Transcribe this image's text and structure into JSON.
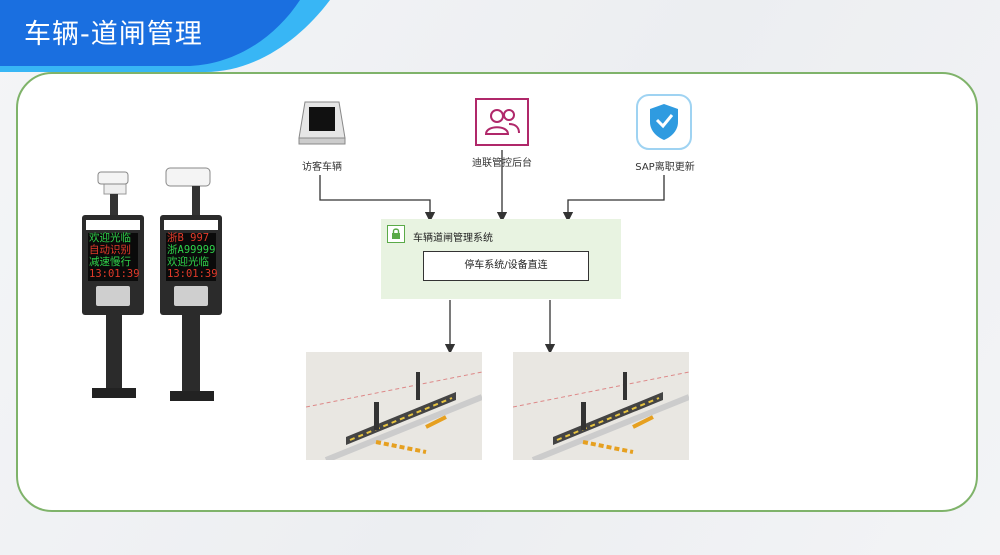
{
  "header": {
    "title": "车辆-道闸管理"
  },
  "colors": {
    "banner_blue": "#1a6fe0",
    "banner_cyan": "#38b6f5",
    "panel_border": "#7fb36a",
    "system_fill": "#e8f3e1",
    "magenta": "#b0286a",
    "shield_blue": "#2f9be0"
  },
  "sources": [
    {
      "label": "访客车辆",
      "icon": "visitor-terminal-icon"
    },
    {
      "label": "迪联管控后台",
      "icon": "users-icon"
    },
    {
      "label": "SAP离职更新",
      "icon": "shield-check-icon"
    }
  ],
  "system": {
    "title": "车辆道闸管理系统",
    "inner_label": "停车系统/设备直连"
  },
  "terminals": [
    {
      "lines": [
        "欢迎光临",
        "自动识别",
        "减速慢行",
        "13:01:39"
      ],
      "colors": [
        "#2fd14a",
        "#e23a2a",
        "#2fd14a",
        "#e23a2a"
      ]
    },
    {
      "lines": [
        "浙B 997",
        "浙A99999",
        "欢迎光临",
        "13:01:39"
      ],
      "colors": [
        "#e23a2a",
        "#2fd14a",
        "#2fd14a",
        "#e23a2a"
      ]
    }
  ],
  "barriers": [
    {
      "icon": "barrier-gate-icon"
    },
    {
      "icon": "barrier-gate-icon"
    }
  ]
}
